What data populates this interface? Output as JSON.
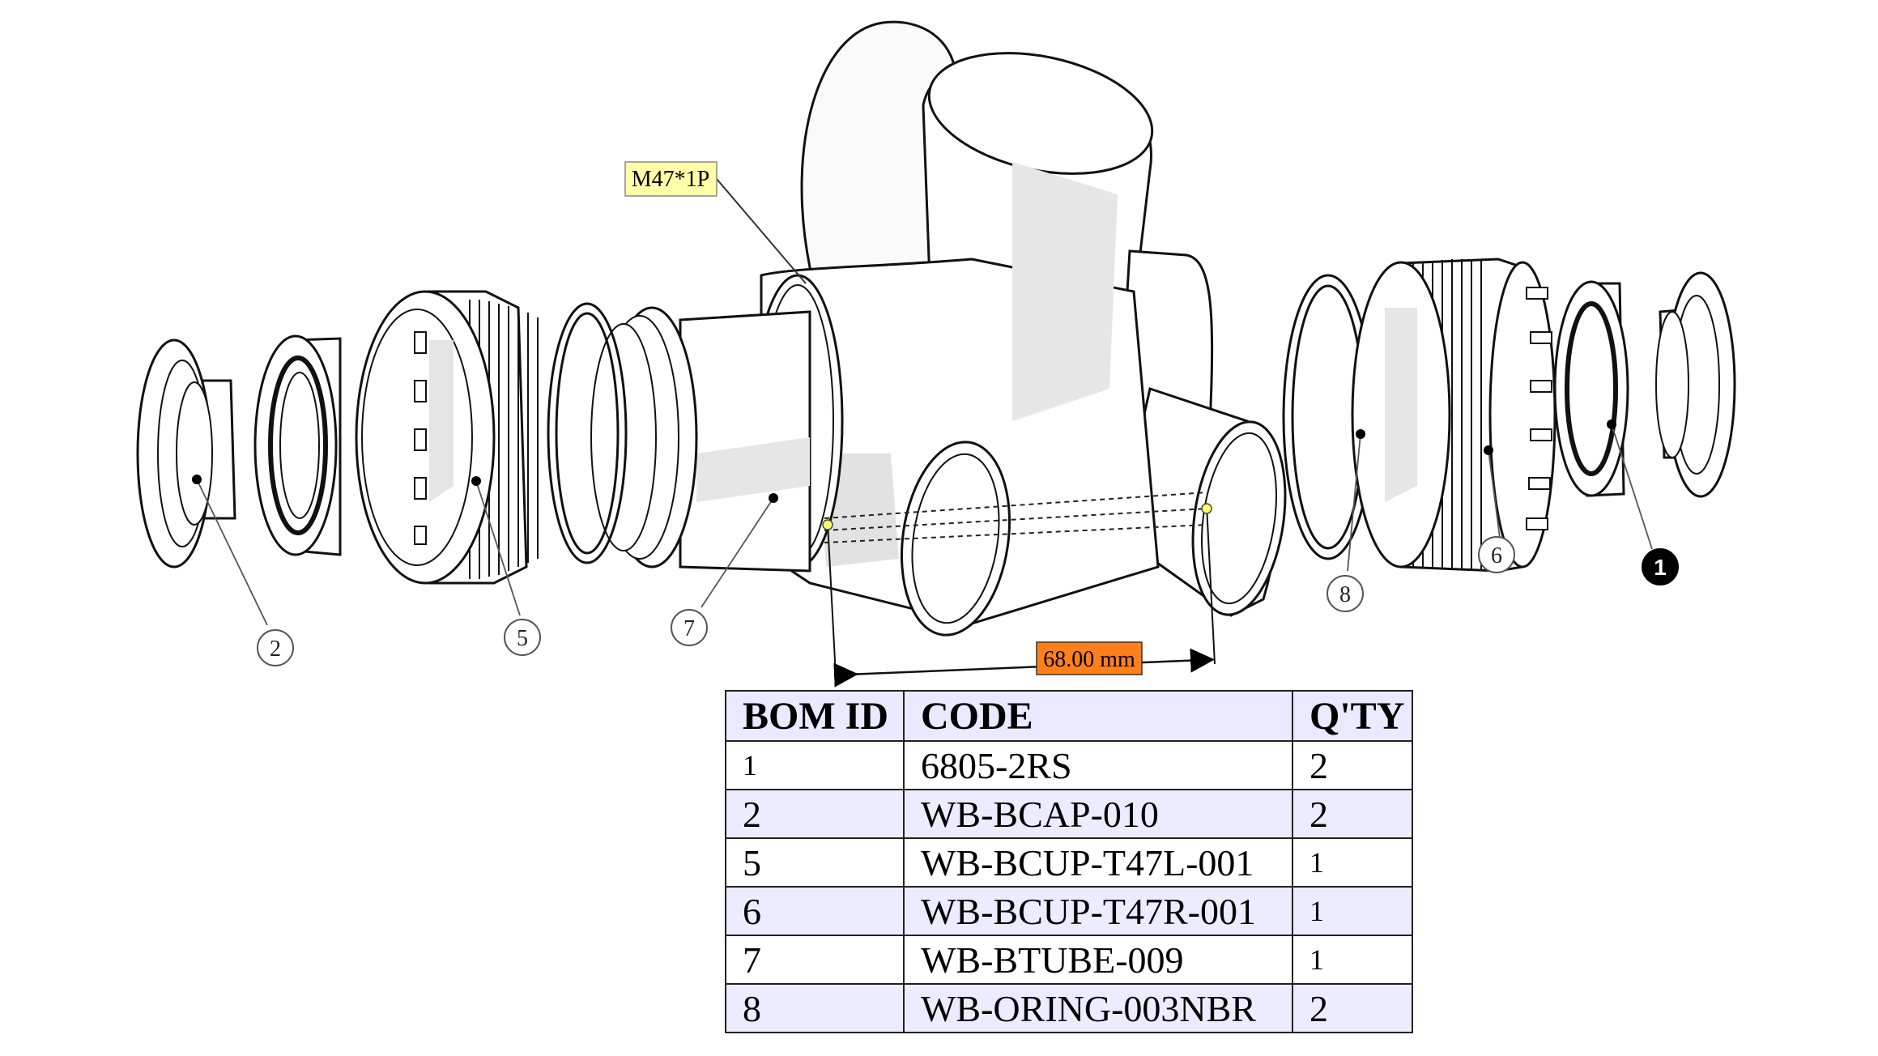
{
  "thread_label": "M47*1P",
  "dimension_label": "68.00 mm",
  "callouts": [
    {
      "id": "1",
      "highlight": true
    },
    {
      "id": "2",
      "highlight": false
    },
    {
      "id": "5",
      "highlight": false
    },
    {
      "id": "6",
      "highlight": false
    },
    {
      "id": "7",
      "highlight": false
    },
    {
      "id": "8",
      "highlight": false
    }
  ],
  "colors": {
    "thread_label_bg": "#ffffa8",
    "dimension_label_bg": "#ff7f1a",
    "table_header_bg": "#e9eaff",
    "table_alt_row_bg": "#ececff"
  },
  "bom": {
    "headers": [
      "BOM ID",
      "CODE",
      "Q'TY"
    ],
    "rows": [
      {
        "id": "1",
        "code": "6805-2RS",
        "qty": "2"
      },
      {
        "id": "2",
        "code": "WB-BCAP-010",
        "qty": "2"
      },
      {
        "id": "5",
        "code": "WB-BCUP-T47L-001",
        "qty": "1"
      },
      {
        "id": "6",
        "code": "WB-BCUP-T47R-001",
        "qty": "1"
      },
      {
        "id": "7",
        "code": "WB-BTUBE-009",
        "qty": "1"
      },
      {
        "id": "8",
        "code": "WB-ORING-003NBR",
        "qty": "2"
      }
    ]
  }
}
